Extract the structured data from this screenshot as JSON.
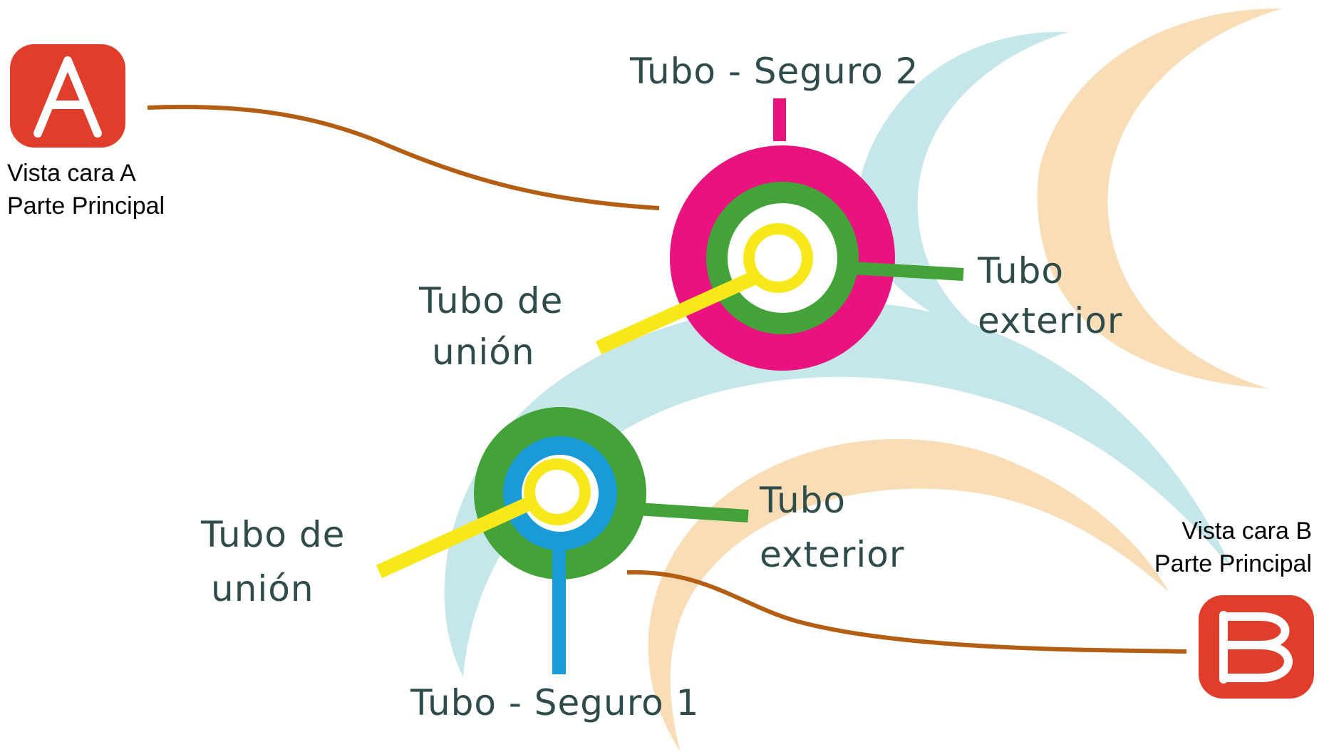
{
  "colors": {
    "accent_red": "#e03e2a",
    "connector_brown": "#b35e12",
    "swoosh_blue": "#c6e7ea",
    "swoosh_orange": "#f8ddb6",
    "magenta": "#e8137e",
    "green": "#43a238",
    "yellow": "#f7e81c",
    "blue": "#1a9ad7",
    "label_text": "#2f4c4a"
  },
  "badges": {
    "a": {
      "letter": "A",
      "line1": "Vista cara A",
      "line2": "Parte Principal"
    },
    "b": {
      "letter": "B",
      "line1": "Vista cara B",
      "line2": "Parte Principal"
    }
  },
  "top": {
    "seguro": "Tubo - Seguro 2",
    "exterior_1": "Tubo",
    "exterior_2": "exterior",
    "union_1": "Tubo de",
    "union_2": "unión"
  },
  "bottom": {
    "seguro": "Tubo - Seguro 1",
    "exterior_1": "Tubo",
    "exterior_2": "exterior",
    "union_1": "Tubo de",
    "union_2": "unión"
  }
}
